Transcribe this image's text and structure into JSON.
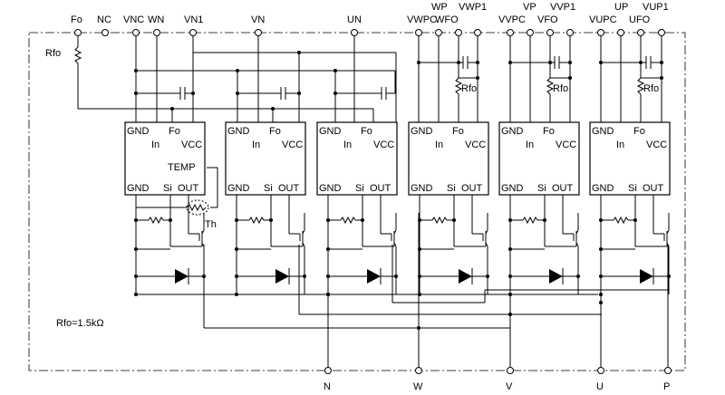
{
  "top_pins": {
    "fo": "Fo",
    "nc": "NC",
    "vnc": "VNC",
    "wn": "WN",
    "vn1": "VN1",
    "vn": "VN",
    "un": "UN",
    "vwpc": "VWPC",
    "wp": "WP",
    "wfo": "WFO",
    "vwp1": "VWP1",
    "vvpc": "VVPC",
    "vp": "VP",
    "vfo": "VFO",
    "vvp1": "VVP1",
    "vupc": "VUPC",
    "up": "UP",
    "ufo": "UFO",
    "vup1": "VUP1"
  },
  "bottom_pins": {
    "n": "N",
    "w": "W",
    "v": "V",
    "u": "U",
    "p": "P"
  },
  "resistors": {
    "rfo": "Rfo",
    "rfo_value": "Rfo=1.5kΩ"
  },
  "thermistor": "Th",
  "ic_labels": {
    "gnd": "GND",
    "fo": "Fo",
    "in": "In",
    "vcc": "VCC",
    "si": "Si",
    "out": "OUT",
    "temp": "TEMP"
  }
}
